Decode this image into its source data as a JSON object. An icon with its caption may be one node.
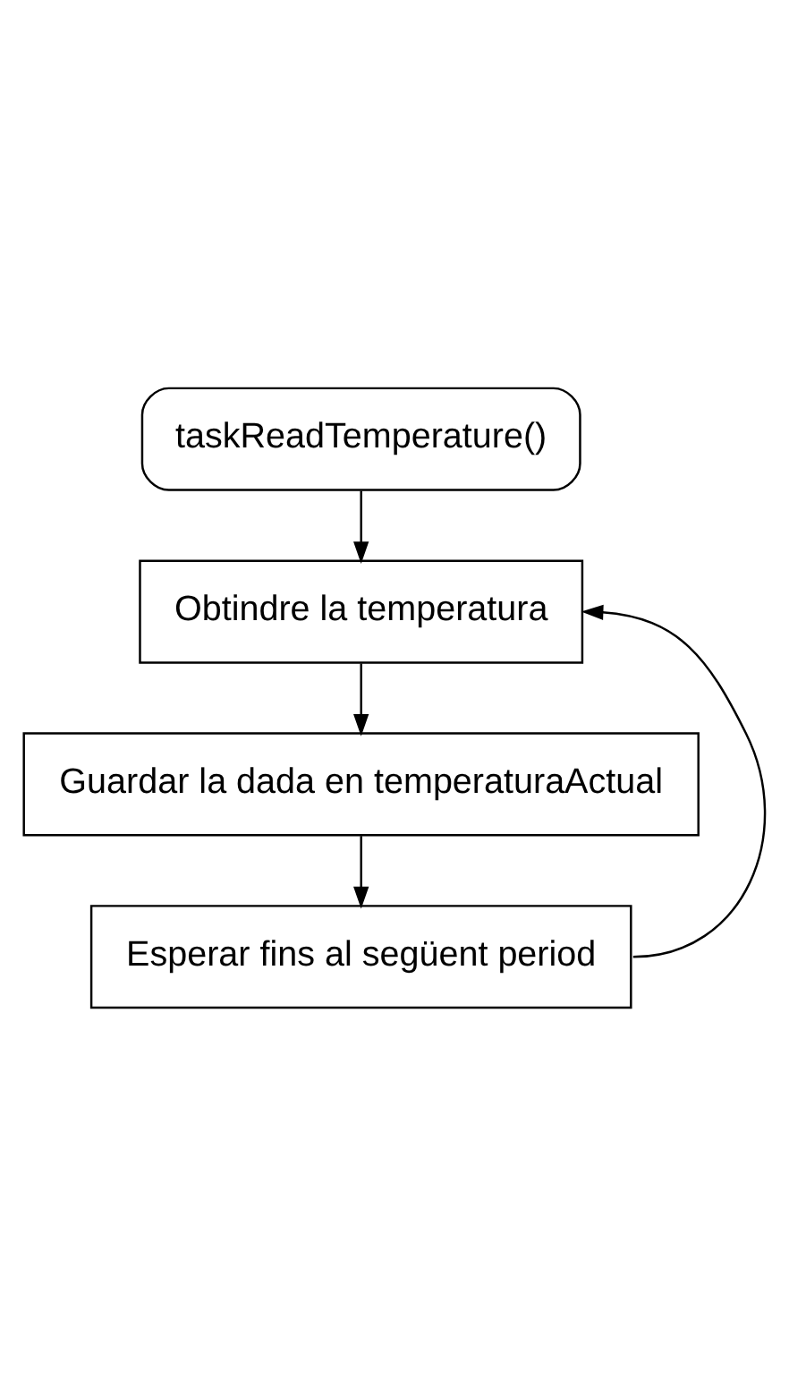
{
  "diagram": {
    "nodes": [
      {
        "text": [
          "taskReadTemperature()"
        ]
      },
      {
        "text": [
          "Obtindre la temperatura"
        ]
      },
      {
        "text": [
          "Guardar la dada en temperaturaActual"
        ]
      },
      {
        "text": [
          "Esperar fins al següent period"
        ]
      }
    ],
    "edges": [
      {
        "from": 0,
        "to": 1,
        "arrow": "to"
      },
      {
        "from": 1,
        "to": 2,
        "arrow": "to"
      },
      {
        "from": 2,
        "to": 3,
        "arrow": "to"
      },
      {
        "from": 3,
        "to": 1,
        "arrow": "to"
      }
    ]
  }
}
